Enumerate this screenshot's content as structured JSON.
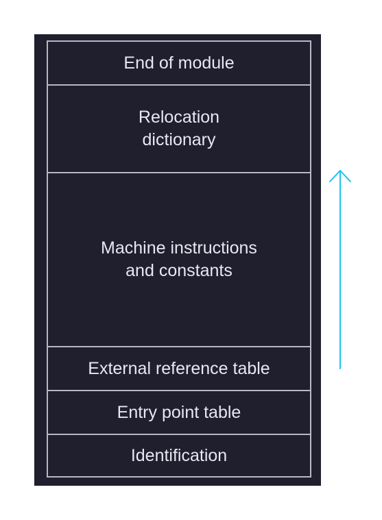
{
  "diagram": {
    "segments": [
      {
        "label": "End of module"
      },
      {
        "label": "Relocation\ndictionary"
      },
      {
        "label": "Machine instructions\nand constants"
      },
      {
        "label": "External reference table"
      },
      {
        "label": "Entry point table"
      },
      {
        "label": "Identification"
      }
    ],
    "colors": {
      "panel_background": "#201f2e",
      "segment_border": "#b7b9c8",
      "text": "#e6e8f2",
      "arrow": "#1ec3f0"
    },
    "arrow": {
      "direction": "up"
    }
  }
}
